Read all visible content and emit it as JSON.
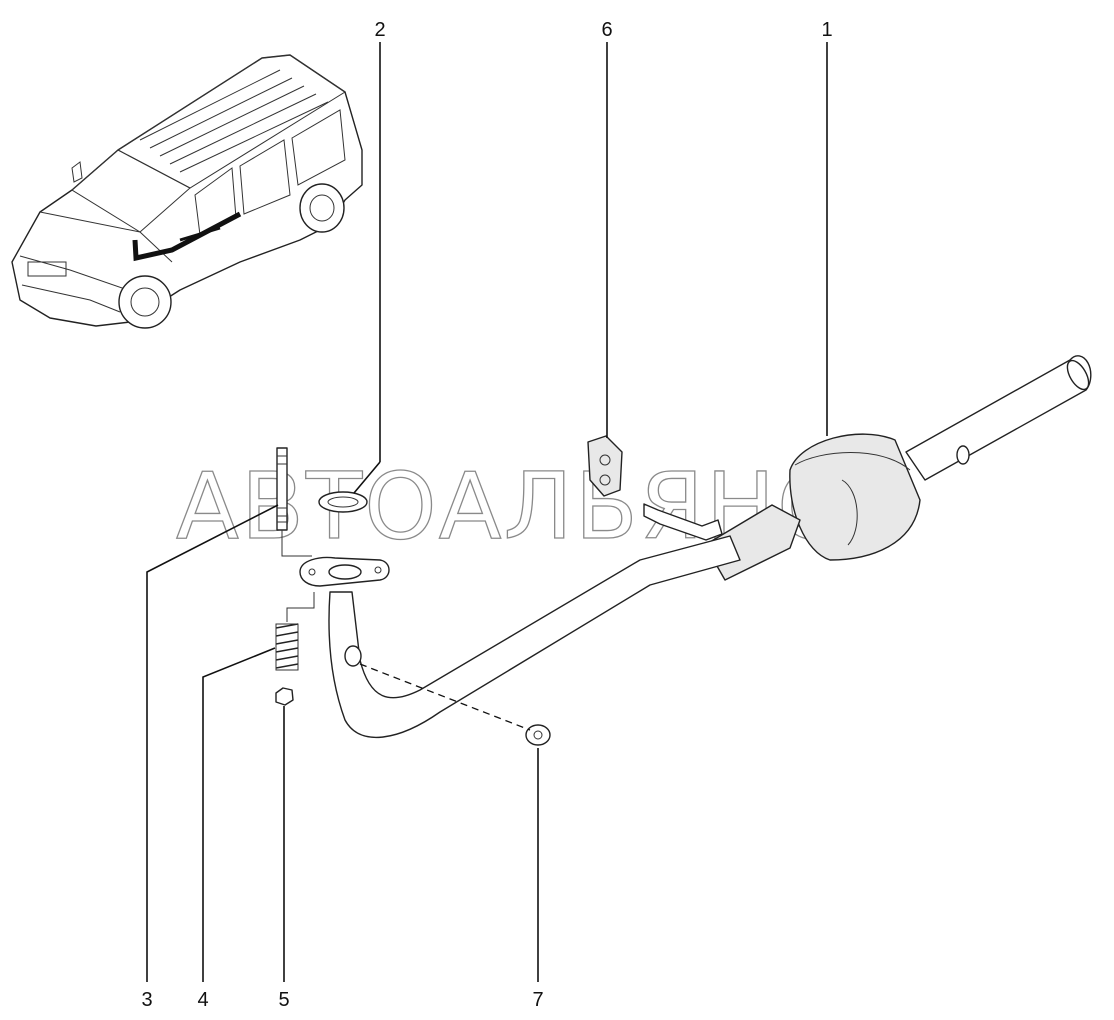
{
  "watermark": "АВТОАЛЬЯНС",
  "callouts": {
    "c1": "1",
    "c2": "2",
    "c3": "3",
    "c4": "4",
    "c5": "5",
    "c6": "6",
    "c7": "7"
  }
}
